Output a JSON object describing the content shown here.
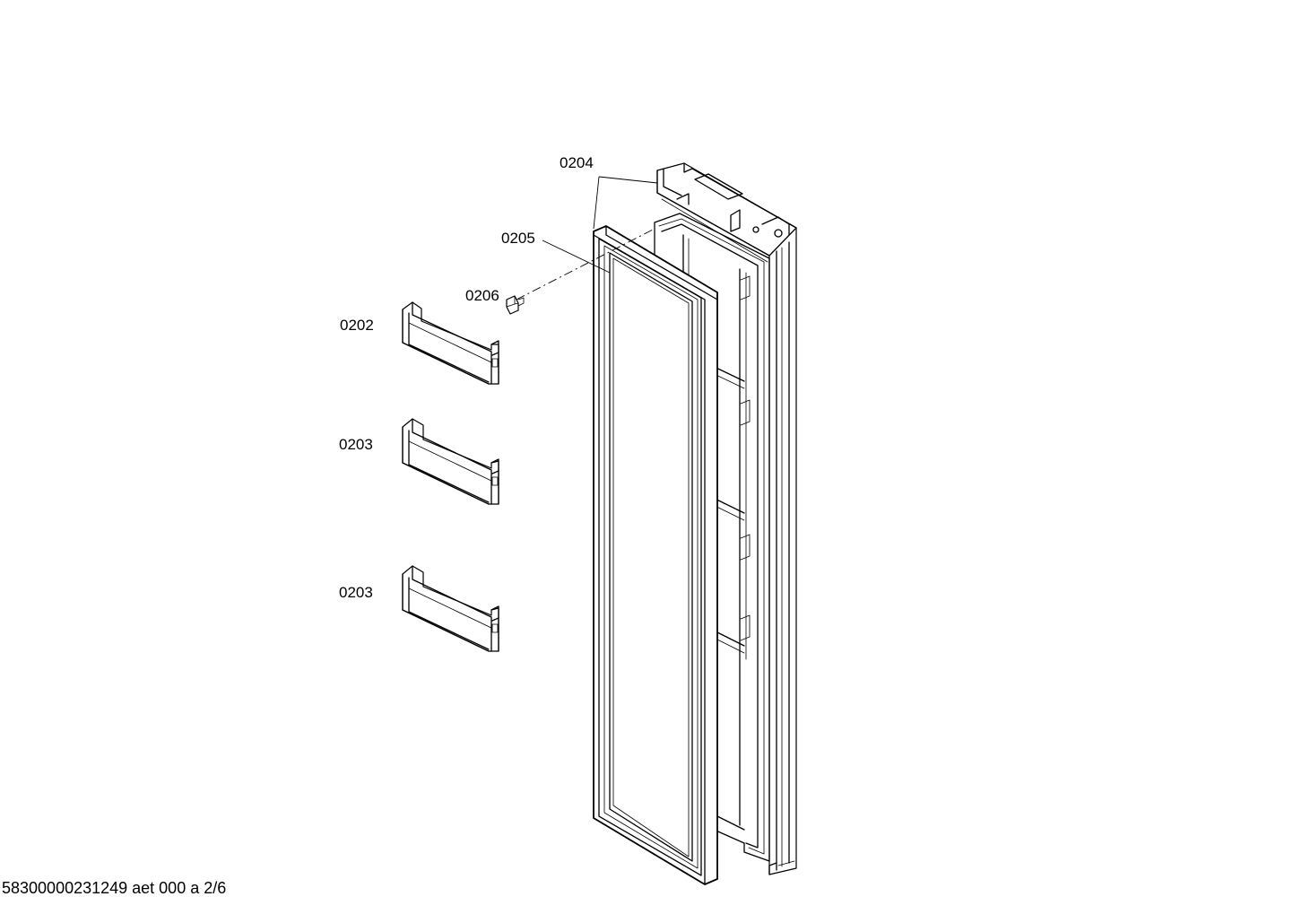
{
  "diagram": {
    "labels": {
      "p0204": "0204",
      "p0205": "0205",
      "p0206": "0206",
      "p0202": "0202",
      "p0203_upper": "0203",
      "p0203_lower": "0203"
    },
    "footer": "58300000231249 aet 000 a 2/6"
  }
}
